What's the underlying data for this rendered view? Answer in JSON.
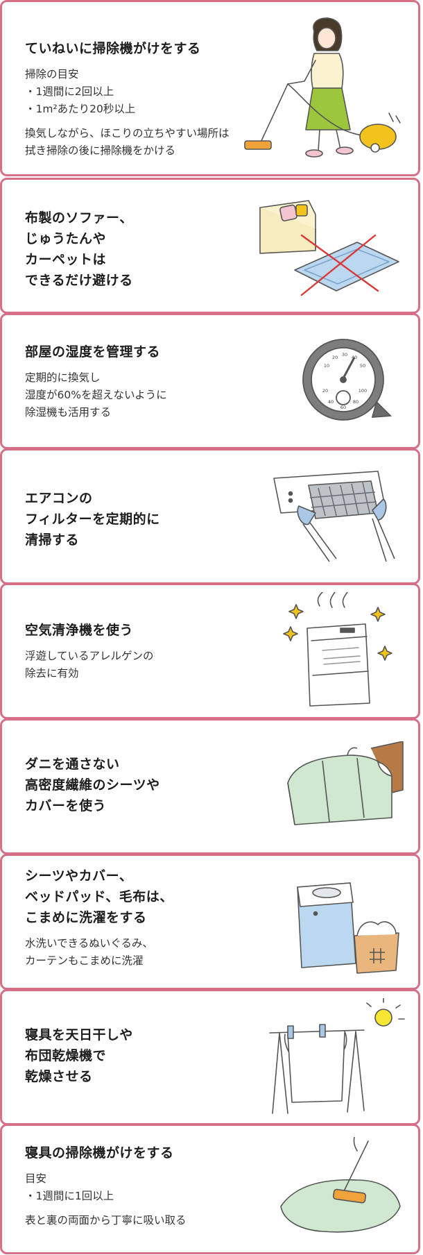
{
  "cards": [
    {
      "title": "ていねいに掃除機がけをする",
      "body1": "掃除の目安\n・1週間に2回以上\n・1m²あたり20秒以上",
      "body2": "換気しながら、ほこりの立ちやすい場所は\n拭き掃除の後に掃除機をかける",
      "icon": "vacuum-cleaning-woman-icon"
    },
    {
      "title": "布製のソファー、\nじゅうたんや\nカーペットは\nできるだけ避ける",
      "icon": "sofa-carpet-crossed-icon"
    },
    {
      "title": "部屋の湿度を管理する",
      "body1": "定期的に換気し\n湿度が60%を超えないように\n除湿機も活用する",
      "icon": "hygrometer-icon",
      "gauge_top": [
        "10",
        "20",
        "30",
        "40",
        "50"
      ],
      "gauge_bottom": [
        "20",
        "40",
        "60",
        "80",
        "100"
      ]
    },
    {
      "title": "エアコンの\nフィルターを定期的に\n清掃する",
      "icon": "air-conditioner-filter-icon"
    },
    {
      "title": "空気清浄機を使う",
      "body1": "浮遊しているアレルゲンの\n除去に有効",
      "icon": "air-purifier-icon"
    },
    {
      "title": "ダニを通さない\n高密度繊維のシーツや\nカバーを使う",
      "icon": "covered-bed-icon"
    },
    {
      "title": "シーツやカバー、\nベッドパッド、毛布は、\nこまめに洗濯をする",
      "body1": "水洗いできるぬいぐるみ、\nカーテンもこまめに洗濯",
      "icon": "washing-machine-basket-icon"
    },
    {
      "title": "寝具を天日干しや\n布団乾燥機で\n乾燥させる",
      "icon": "futon-drying-rack-sun-icon"
    },
    {
      "title": "寝具の掃除機がけをする",
      "body1": "目安\n・1週間に1回以上",
      "body2": "表と裏の両面から丁寧に吸い取る",
      "icon": "futon-vacuum-icon"
    }
  ],
  "colors": {
    "border": "#d66f87",
    "accent_yellow": "#f2c21d",
    "accent_green": "#9cc73d",
    "accent_blue": "#a9c8e6",
    "accent_mint": "#cfe8cf"
  }
}
